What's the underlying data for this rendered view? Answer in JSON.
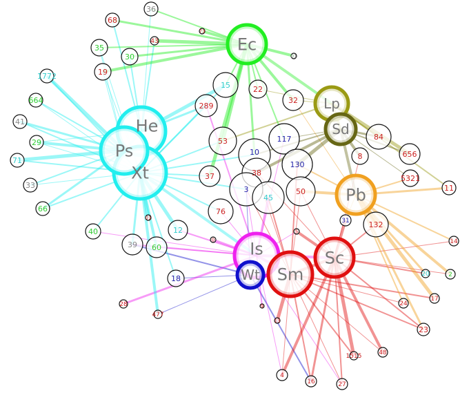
{
  "hubs": [
    {
      "label": "Ec",
      "color": "#22ee22"
    },
    {
      "label": "He",
      "color": "#22eeee"
    },
    {
      "label": "Xt",
      "color": "#22eeee"
    },
    {
      "label": "Ps",
      "color": "#22eeee"
    },
    {
      "label": "Lp",
      "color": "#9a9a14"
    },
    {
      "label": "Sd",
      "color": "#666614"
    },
    {
      "label": "Pb",
      "color": "#f0a020"
    },
    {
      "label": "Is",
      "color": "#ee22ee"
    },
    {
      "label": "Sc",
      "color": "#e01010"
    },
    {
      "label": "Sm",
      "color": "#e01010"
    },
    {
      "label": "Wt",
      "color": "#1010cc"
    }
  ],
  "text_colors": {
    "red": "#cc2222",
    "green": "#33cc33",
    "cyan": "#33cccc",
    "gray": "#888888",
    "blue": "#2222aa"
  },
  "leaves": [
    {
      "label": "36",
      "tc": "gray",
      "hubs": [
        "Ec",
        "He"
      ]
    },
    {
      "label": "68",
      "tc": "red",
      "hubs": [
        "Ec",
        "He"
      ]
    },
    {
      "label": "73",
      "tc": "red",
      "hubs": [
        "Ec"
      ]
    },
    {
      "label": "43",
      "tc": "red",
      "hubs": [
        "Ec",
        "He"
      ]
    },
    {
      "label": "35",
      "tc": "green",
      "hubs": [
        "Ec",
        "Ps",
        "Xt"
      ]
    },
    {
      "label": "30",
      "tc": "green",
      "hubs": [
        "Ec",
        "He"
      ]
    },
    {
      "label": "19",
      "tc": "red",
      "hubs": [
        "Ec",
        "Ps",
        "Xt"
      ]
    },
    {
      "label": "1772",
      "tc": "cyan",
      "hubs": [
        "Ps",
        "Xt"
      ]
    },
    {
      "label": "664",
      "tc": "green",
      "hubs": [
        "Ps",
        "Xt"
      ]
    },
    {
      "label": "41",
      "tc": "gray",
      "hubs": [
        "Ps",
        "Xt"
      ]
    },
    {
      "label": "29",
      "tc": "green",
      "hubs": [
        "Ps",
        "Xt",
        "He"
      ]
    },
    {
      "label": "71",
      "tc": "cyan",
      "hubs": [
        "Ps",
        "Xt"
      ]
    },
    {
      "label": "33",
      "tc": "gray",
      "hubs": [
        "Ps",
        "Xt"
      ]
    },
    {
      "label": "66",
      "tc": "green",
      "hubs": [
        "Ps",
        "Xt"
      ]
    },
    {
      "label": "01",
      "tc": "gray",
      "hubs": [
        "Ec"
      ]
    },
    {
      "label": "15",
      "tc": "cyan",
      "hubs": [
        "He",
        "Ec",
        "Xt"
      ]
    },
    {
      "label": "22",
      "tc": "red",
      "hubs": [
        "Ec",
        "Lp"
      ]
    },
    {
      "label": "289",
      "tc": "red",
      "hubs": [
        "He",
        "Xt",
        "Is"
      ]
    },
    {
      "label": "32",
      "tc": "red",
      "hubs": [
        "Ec",
        "Lp",
        "Pb"
      ]
    },
    {
      "label": "53",
      "tc": "red",
      "hubs": [
        "Ec",
        "Xt",
        "Lp"
      ]
    },
    {
      "label": "117",
      "tc": "blue",
      "hubs": [
        "Ec",
        "Sd",
        "Is"
      ]
    },
    {
      "label": "10",
      "tc": "blue",
      "hubs": [
        "Ec",
        "Xt",
        "Sd"
      ]
    },
    {
      "label": "38",
      "tc": "red",
      "hubs": [
        "Sd",
        "Sm",
        "Sc"
      ]
    },
    {
      "label": "130",
      "tc": "blue",
      "hubs": [
        "Sd",
        "Pb",
        "Sm"
      ]
    },
    {
      "label": "3",
      "tc": "blue",
      "hubs": [
        "Xt",
        "Is",
        "Wt",
        "Sm"
      ]
    },
    {
      "label": "45",
      "tc": "cyan",
      "hubs": [
        "Is",
        "Sm"
      ]
    },
    {
      "label": "50",
      "tc": "red",
      "hubs": [
        "Pb",
        "Sc",
        "Sm"
      ]
    },
    {
      "label": "37",
      "tc": "red",
      "hubs": [
        "Ec",
        "Xt"
      ]
    },
    {
      "label": "76",
      "tc": "red",
      "hubs": [
        "Xt",
        "Is"
      ]
    },
    {
      "label": "84",
      "tc": "red",
      "hubs": [
        "Sd",
        "Lp"
      ]
    },
    {
      "label": "8",
      "tc": "red",
      "hubs": [
        "Sd",
        "Sc"
      ]
    },
    {
      "label": "656",
      "tc": "red",
      "hubs": [
        "Lp",
        "Sd"
      ]
    },
    {
      "label": "5321",
      "tc": "red",
      "hubs": [
        "Pb",
        "Sd"
      ]
    },
    {
      "label": "11",
      "tc": "red",
      "hubs": [
        "Pb",
        "Lp"
      ]
    },
    {
      "label": "31",
      "tc": "blue",
      "hubs": [
        "Sc",
        "Pb"
      ]
    },
    {
      "label": "132",
      "tc": "red",
      "hubs": [
        "Pb",
        "Sc"
      ]
    },
    {
      "label": "14",
      "tc": "red",
      "hubs": [
        "Pb",
        "Sc"
      ]
    },
    {
      "label": "20",
      "tc": "cyan",
      "hubs": [
        "Pb",
        "Sc"
      ]
    },
    {
      "label": "2",
      "tc": "green",
      "hubs": [
        "Pb",
        "Sc"
      ]
    },
    {
      "label": "17",
      "tc": "red",
      "hubs": [
        "Pb",
        "Sm"
      ]
    },
    {
      "label": "24",
      "tc": "red",
      "hubs": [
        "Pb",
        "Sm"
      ]
    },
    {
      "label": "23",
      "tc": "red",
      "hubs": [
        "Pb",
        "Sc",
        "Sm"
      ]
    },
    {
      "label": "48",
      "tc": "red",
      "hubs": [
        "Sc",
        "Sm"
      ]
    },
    {
      "label": "1515",
      "tc": "red",
      "hubs": [
        "Sc",
        "Sm"
      ]
    },
    {
      "label": "27",
      "tc": "red",
      "hubs": [
        "Sc",
        "Sm",
        "Is"
      ]
    },
    {
      "label": "16",
      "tc": "red",
      "hubs": [
        "Sc",
        "Sm",
        "Wt"
      ]
    },
    {
      "label": "4",
      "tc": "red",
      "hubs": [
        "Sc",
        "Sm",
        "Is"
      ]
    },
    {
      "label": "13",
      "tc": "red",
      "hubs": [
        "Sm"
      ]
    },
    {
      "label": "9",
      "tc": "red",
      "hubs": [
        "Is"
      ]
    },
    {
      "label": "0",
      "tc": "red",
      "hubs": [
        "Is"
      ]
    },
    {
      "label": "5",
      "tc": "red",
      "hubs": [
        "Sc",
        "Is"
      ]
    },
    {
      "label": "01",
      "tc": "red",
      "hubs": [
        "Xt"
      ]
    },
    {
      "label": "40",
      "tc": "green",
      "hubs": [
        "Xt",
        "Is"
      ]
    },
    {
      "label": "39",
      "tc": "gray",
      "hubs": [
        "Xt",
        "Is",
        "Wt"
      ]
    },
    {
      "label": "60",
      "tc": "green",
      "hubs": [
        "Xt",
        "Is"
      ]
    },
    {
      "label": "12",
      "tc": "cyan",
      "hubs": [
        "Xt",
        "Is"
      ]
    },
    {
      "label": "18",
      "tc": "blue",
      "hubs": [
        "Xt",
        "Wt"
      ]
    },
    {
      "label": "28",
      "tc": "red",
      "hubs": [
        "Is"
      ]
    },
    {
      "label": "477",
      "tc": "red",
      "hubs": [
        "Xt",
        "Wt"
      ]
    }
  ],
  "hub_links": [
    [
      "Ec",
      "Lp"
    ],
    [
      "Lp",
      "Sd"
    ],
    [
      "Sd",
      "Pb"
    ],
    [
      "Is",
      "Sm"
    ],
    [
      "Is",
      "Sc"
    ],
    [
      "Sm",
      "Sc"
    ],
    [
      "He",
      "Ps"
    ],
    [
      "Xt",
      "Is"
    ]
  ]
}
